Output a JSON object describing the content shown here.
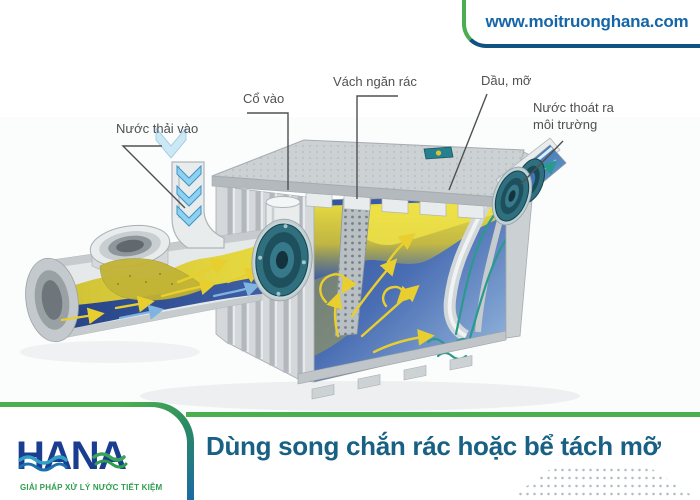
{
  "header": {
    "website_tab": {
      "url": "www.moitruonghana.com"
    }
  },
  "diagram": {
    "subject": "grease-trap-cutaway",
    "labels": {
      "wastewater_in": "Nước thải vào",
      "inlet_neck": "Cổ vào",
      "trash_baffle": "Vách ngăn rác",
      "oil_grease": "Dầu, mỡ",
      "water_out": "Nước thoát ra môi trường"
    }
  },
  "footer": {
    "logo": {
      "name": "HANA",
      "tagline": "GIẢI PHÁP XỬ LÝ NƯỚC TIẾT KIỆM"
    },
    "caption": "Dùng song chắn rác hoặc bể tách mỡ"
  },
  "colors": {
    "accent_green": "#4bae4f",
    "tab_border_blue": "#0f5380",
    "url_blue": "#1566a8",
    "caption_blue": "#186084",
    "logo_blue": "#1b3d91",
    "logo_green": "#2e9e4f",
    "label_gray": "#4f5052",
    "grease_yellow": "#e0d23a",
    "water_blue": "#3b5aa4",
    "flange_teal": "#2f6f7e",
    "arrow_yellow": "#e8ce2e",
    "arrow_teal": "#2a9a8e",
    "arrow_lightblue": "#8fd2ef"
  }
}
